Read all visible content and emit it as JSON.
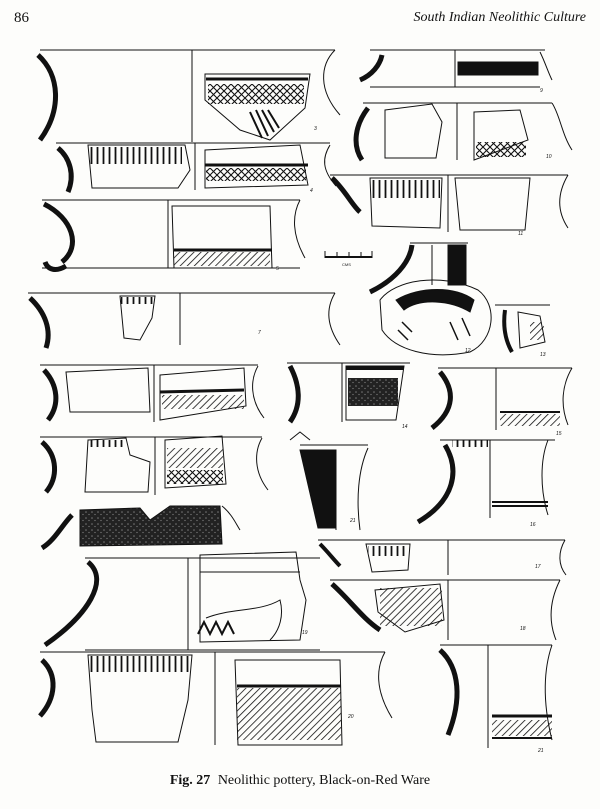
{
  "header": {
    "page_number": "86",
    "running_title": "South Indian Neolithic Culture"
  },
  "scale_bar": {
    "label": "CMS"
  },
  "sherd_numbers": [
    "3",
    "4",
    "5",
    "7",
    "9",
    "10",
    "11",
    "12",
    "13",
    "14",
    "15",
    "16",
    "17",
    "18",
    "19",
    "20",
    "21"
  ],
  "caption": {
    "label": "Fig. 27",
    "text": "Neolithic pottery, Black-on-Red Ware"
  }
}
